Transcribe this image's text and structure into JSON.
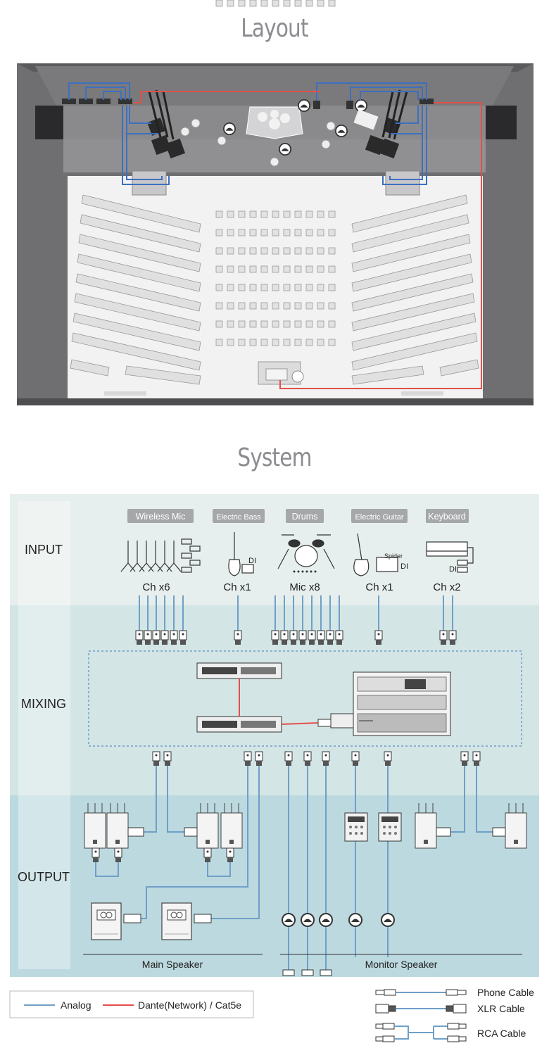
{
  "titles": {
    "layout": "Layout",
    "system": "System"
  },
  "rows": {
    "input": "INPUT",
    "mixing": "MIXING",
    "output": "OUTPUT"
  },
  "sources": [
    {
      "label": "Wireless Mic",
      "count": "Ch x6"
    },
    {
      "label": "Electric Bass",
      "count": "Ch x1"
    },
    {
      "label": "Drums",
      "count": "Mic x8"
    },
    {
      "label": "Electric Guitar",
      "count": "Ch x1"
    },
    {
      "label": "Keyboard",
      "count": "Ch x2"
    }
  ],
  "device_text": {
    "di": "DI",
    "spider": "Spider"
  },
  "speaker_groups": {
    "main": "Main Speaker",
    "monitor": "Monitor Speaker"
  },
  "legend": {
    "analog": "Analog",
    "dante": "Dante(Network) / Cat5e"
  },
  "cables": {
    "phone": "Phone Cable",
    "xlr": "XLR Cable",
    "rca": "RCA Cable"
  },
  "colors": {
    "analog": "#6f9fc8",
    "dante": "#e2504b",
    "input_bg": "#e6efed",
    "mixing_bg": "#d3e5e5",
    "output_bg": "#bcd9df"
  }
}
